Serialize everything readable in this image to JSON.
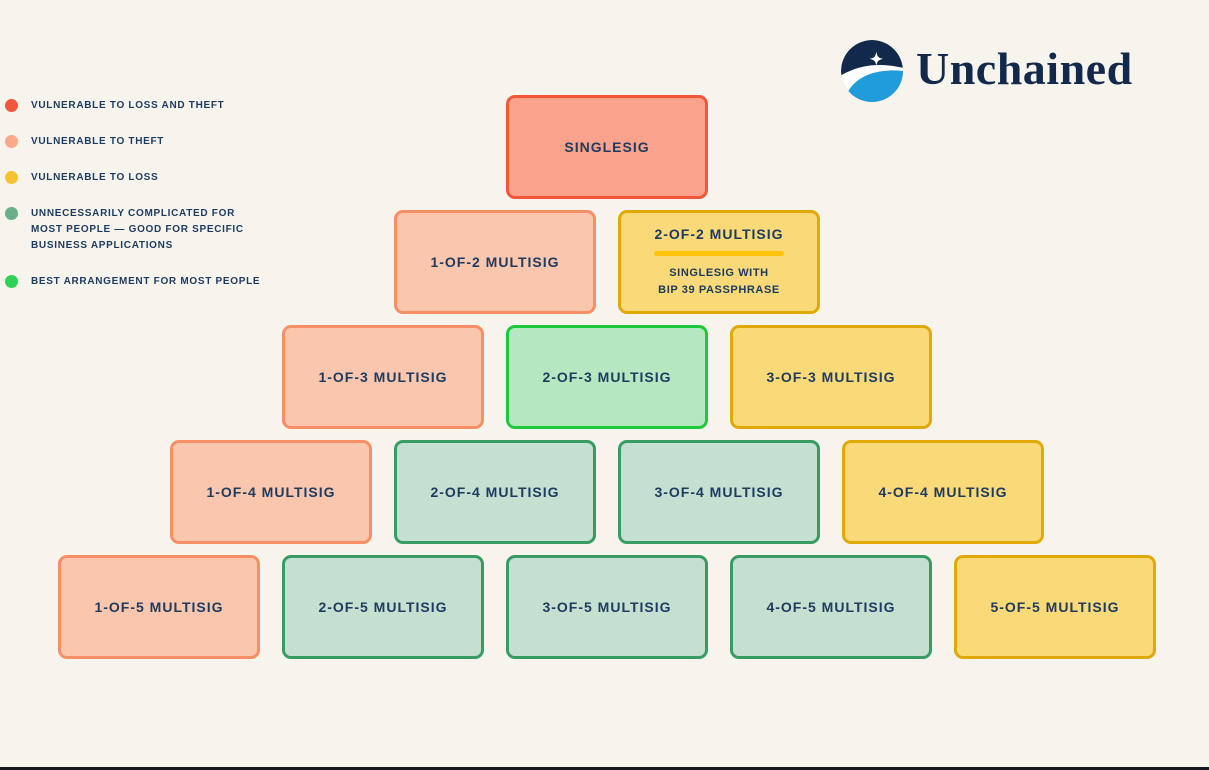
{
  "page": {
    "background_color": "#F7F4ED",
    "bottom_bar_color": "#14181D",
    "text_color": "#1D3A5F"
  },
  "logo": {
    "wordmark": "Unchained",
    "mark_colors": {
      "navy": "#13294B",
      "blue": "#1F9CD9",
      "star": "#FFFFFF"
    }
  },
  "legend": {
    "items": [
      {
        "dot_color": "#F2573B",
        "lines": [
          "VULNERABLE TO LOSS AND THEFT"
        ]
      },
      {
        "dot_color": "#F9A98A",
        "lines": [
          "VULNERABLE TO THEFT"
        ]
      },
      {
        "dot_color": "#F6C431",
        "lines": [
          "VULNERABLE TO LOSS"
        ]
      },
      {
        "dot_color": "#6BAE8A",
        "lines": [
          "UNNECESSARILY COMPLICATED FOR",
          "MOST PEOPLE — GOOD FOR SPECIFIC",
          "BUSINESS APPLICATIONS"
        ]
      },
      {
        "dot_color": "#31D158",
        "lines": [
          "BEST ARRANGEMENT FOR MOST PEOPLE"
        ]
      }
    ]
  },
  "palette": {
    "loss_and_theft": {
      "fill": "#FBA28C",
      "border": "#F2573B"
    },
    "theft": {
      "fill": "#FAC7AE",
      "border": "#F68F66"
    },
    "loss": {
      "fill": "#F9D978",
      "border": "#E0A906"
    },
    "best": {
      "fill": "#B5E8C0",
      "border": "#1FC93D"
    },
    "complicated": {
      "fill": "#C5DFD0",
      "border": "#379B62"
    }
  },
  "pyramid": {
    "rows": [
      {
        "boxes": [
          {
            "label": "SINGLESIG",
            "category": "loss_and_theft"
          }
        ]
      },
      {
        "boxes": [
          {
            "label": "1-OF-2 MULTISIG",
            "category": "theft"
          },
          {
            "label": "2-OF-2 MULTISIG",
            "category": "loss",
            "divider_color": "#FFC40A",
            "sublines": [
              "SINGLESIG WITH",
              "BIP 39 PASSPHRASE"
            ]
          }
        ]
      },
      {
        "boxes": [
          {
            "label": "1-OF-3 MULTISIG",
            "category": "theft"
          },
          {
            "label": "2-OF-3 MULTISIG",
            "category": "best"
          },
          {
            "label": "3-OF-3 MULTISIG",
            "category": "loss"
          }
        ]
      },
      {
        "boxes": [
          {
            "label": "1-OF-4 MULTISIG",
            "category": "theft"
          },
          {
            "label": "2-OF-4 MULTISIG",
            "category": "complicated"
          },
          {
            "label": "3-OF-4 MULTISIG",
            "category": "complicated"
          },
          {
            "label": "4-OF-4 MULTISIG",
            "category": "loss"
          }
        ]
      },
      {
        "boxes": [
          {
            "label": "1-OF-5 MULTISIG",
            "category": "theft"
          },
          {
            "label": "2-OF-5 MULTISIG",
            "category": "complicated"
          },
          {
            "label": "3-OF-5 MULTISIG",
            "category": "complicated"
          },
          {
            "label": "4-OF-5 MULTISIG",
            "category": "complicated"
          },
          {
            "label": "5-OF-5 MULTISIG",
            "category": "loss"
          }
        ]
      }
    ]
  }
}
